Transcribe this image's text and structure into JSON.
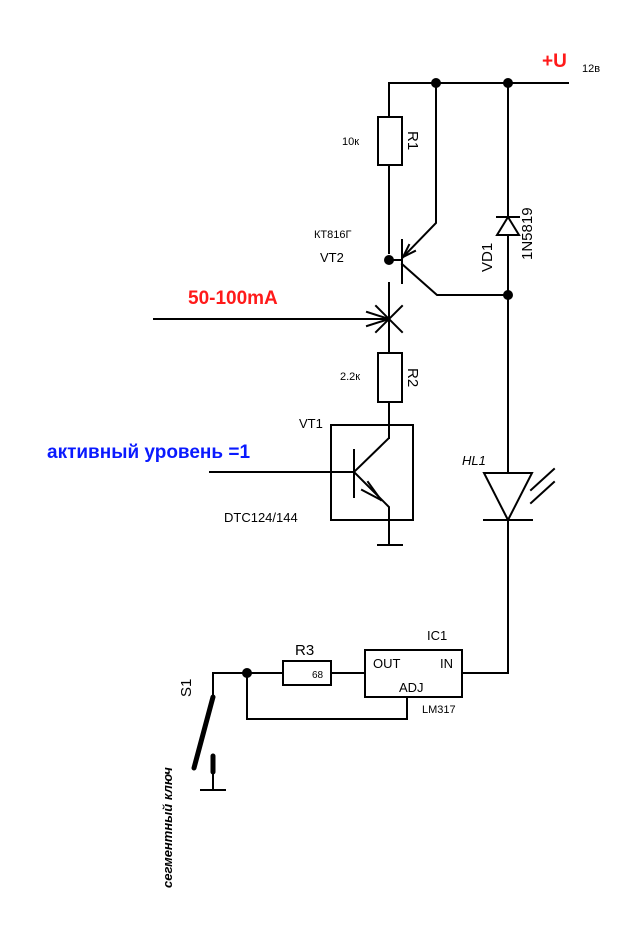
{
  "supply": {
    "label": "+U",
    "voltage": "12в"
  },
  "components": {
    "R1": {
      "ref": "R1",
      "value": "10к"
    },
    "R2": {
      "ref": "R2",
      "value": "2.2к"
    },
    "R3": {
      "ref": "R3",
      "value": "68"
    },
    "VT2": {
      "ref": "VT2",
      "part": "КТ816Г"
    },
    "VT1": {
      "ref": "VT1",
      "part": "DTC124/144"
    },
    "VD1": {
      "ref": "VD1",
      "part": "1N5819"
    },
    "HL1": {
      "ref": "HL1"
    },
    "IC1": {
      "ref": "IC1",
      "part": "LM317",
      "pin_out": "OUT",
      "pin_in": "IN",
      "pin_adj": "ADJ"
    },
    "S1": {
      "ref": "S1"
    }
  },
  "annotations": {
    "current": "50-100mA",
    "active_level": "активный уровень =1",
    "segment_key": "сегментный ключ"
  },
  "colors": {
    "current_label": "#ff1a1a",
    "active_label": "#0a1aff",
    "wire": "#000000"
  }
}
